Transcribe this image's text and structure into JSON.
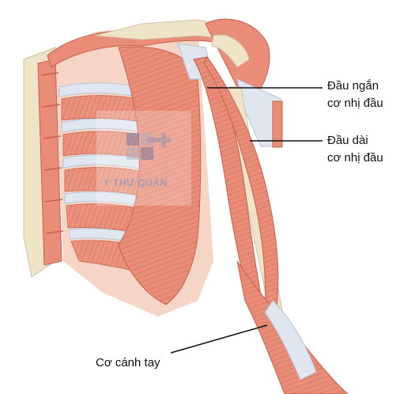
{
  "labels": {
    "short_head": {
      "line1": "Đầu ngắn",
      "line2": "cơ nhị đầu"
    },
    "long_head": {
      "line1": "Đầu dài",
      "line2": "cơ nhị đầu"
    },
    "brachialis": {
      "text": "Cơ cánh tay"
    }
  },
  "watermark": {
    "text": "Y THƯ QUÁN"
  },
  "colors": {
    "muscle": "#e98d78",
    "muscle_dark": "#c9604a",
    "tendon": "#dfe6ef",
    "bone": "#efe3c8",
    "leader_line": "#111111"
  }
}
